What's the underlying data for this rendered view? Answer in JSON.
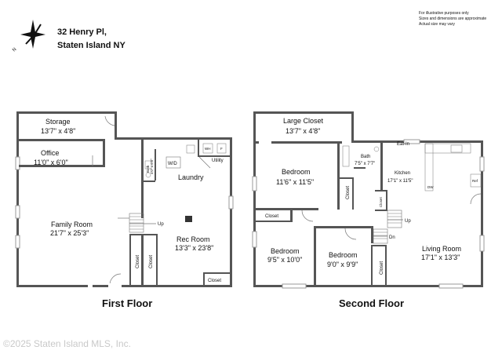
{
  "address": {
    "line1": "32 Henry Pl,",
    "line2": "Staten Island NY"
  },
  "compass": {
    "label": "N"
  },
  "disclaimer": {
    "line1": "For illustrative purposes only",
    "line2": "Sizes and dimensions are approximate",
    "line3": "Actual size may vary"
  },
  "first_floor": {
    "title": "First Floor",
    "storage": {
      "name": "Storage",
      "dims": "13'7\" x 4'8\""
    },
    "office": {
      "name": "Office",
      "dims": "11'0\" x 6'0\""
    },
    "family_room": {
      "name": "Family Room",
      "dims": "21'7\" x 25'3\""
    },
    "laundry": {
      "name": "Laundry"
    },
    "rec_room": {
      "name": "Rec Room",
      "dims": "13'3\" x 23'8\""
    },
    "closet_a": "Closet",
    "closet_b": "Closet",
    "closet_c": "Closet",
    "utility": "Utility",
    "bath": {
      "name": "Bath",
      "dims": "4'0\" x 6'8\""
    },
    "wd": "W/D",
    "wh": "WH",
    "furnace": "F",
    "stairs": "Up"
  },
  "second_floor": {
    "title": "Second Floor",
    "large_closet": {
      "name": "Large Closet",
      "dims": "13'7\" x 4'8\""
    },
    "bedroom_1": {
      "name": "Bedroom",
      "dims": "11'6\" x 11'5\""
    },
    "bath": {
      "name": "Bath",
      "dims": "7'5\" x 7'7\""
    },
    "kitchen": {
      "name1": "Eat-In",
      "name2": "Kitchen",
      "dims": "17'1\" x 11'5\""
    },
    "closet_a": "Closet",
    "closet_b": "Closet",
    "closet_c": "Closet",
    "closet_d": "Closet",
    "bedroom_2": {
      "name": "Bedroom",
      "dims": "9'5\" x 10'0\""
    },
    "bedroom_3": {
      "name": "Bedroom",
      "dims": "9'0\" x 9'9\""
    },
    "living_room": {
      "name": "Living Room",
      "dims": "17'1\" x 13'3\""
    },
    "ref": "Ref",
    "dw": "DW",
    "stairs_up": "Up",
    "stairs_dn": "Dn"
  },
  "watermark": "©2025 Staten Island MLS, Inc."
}
